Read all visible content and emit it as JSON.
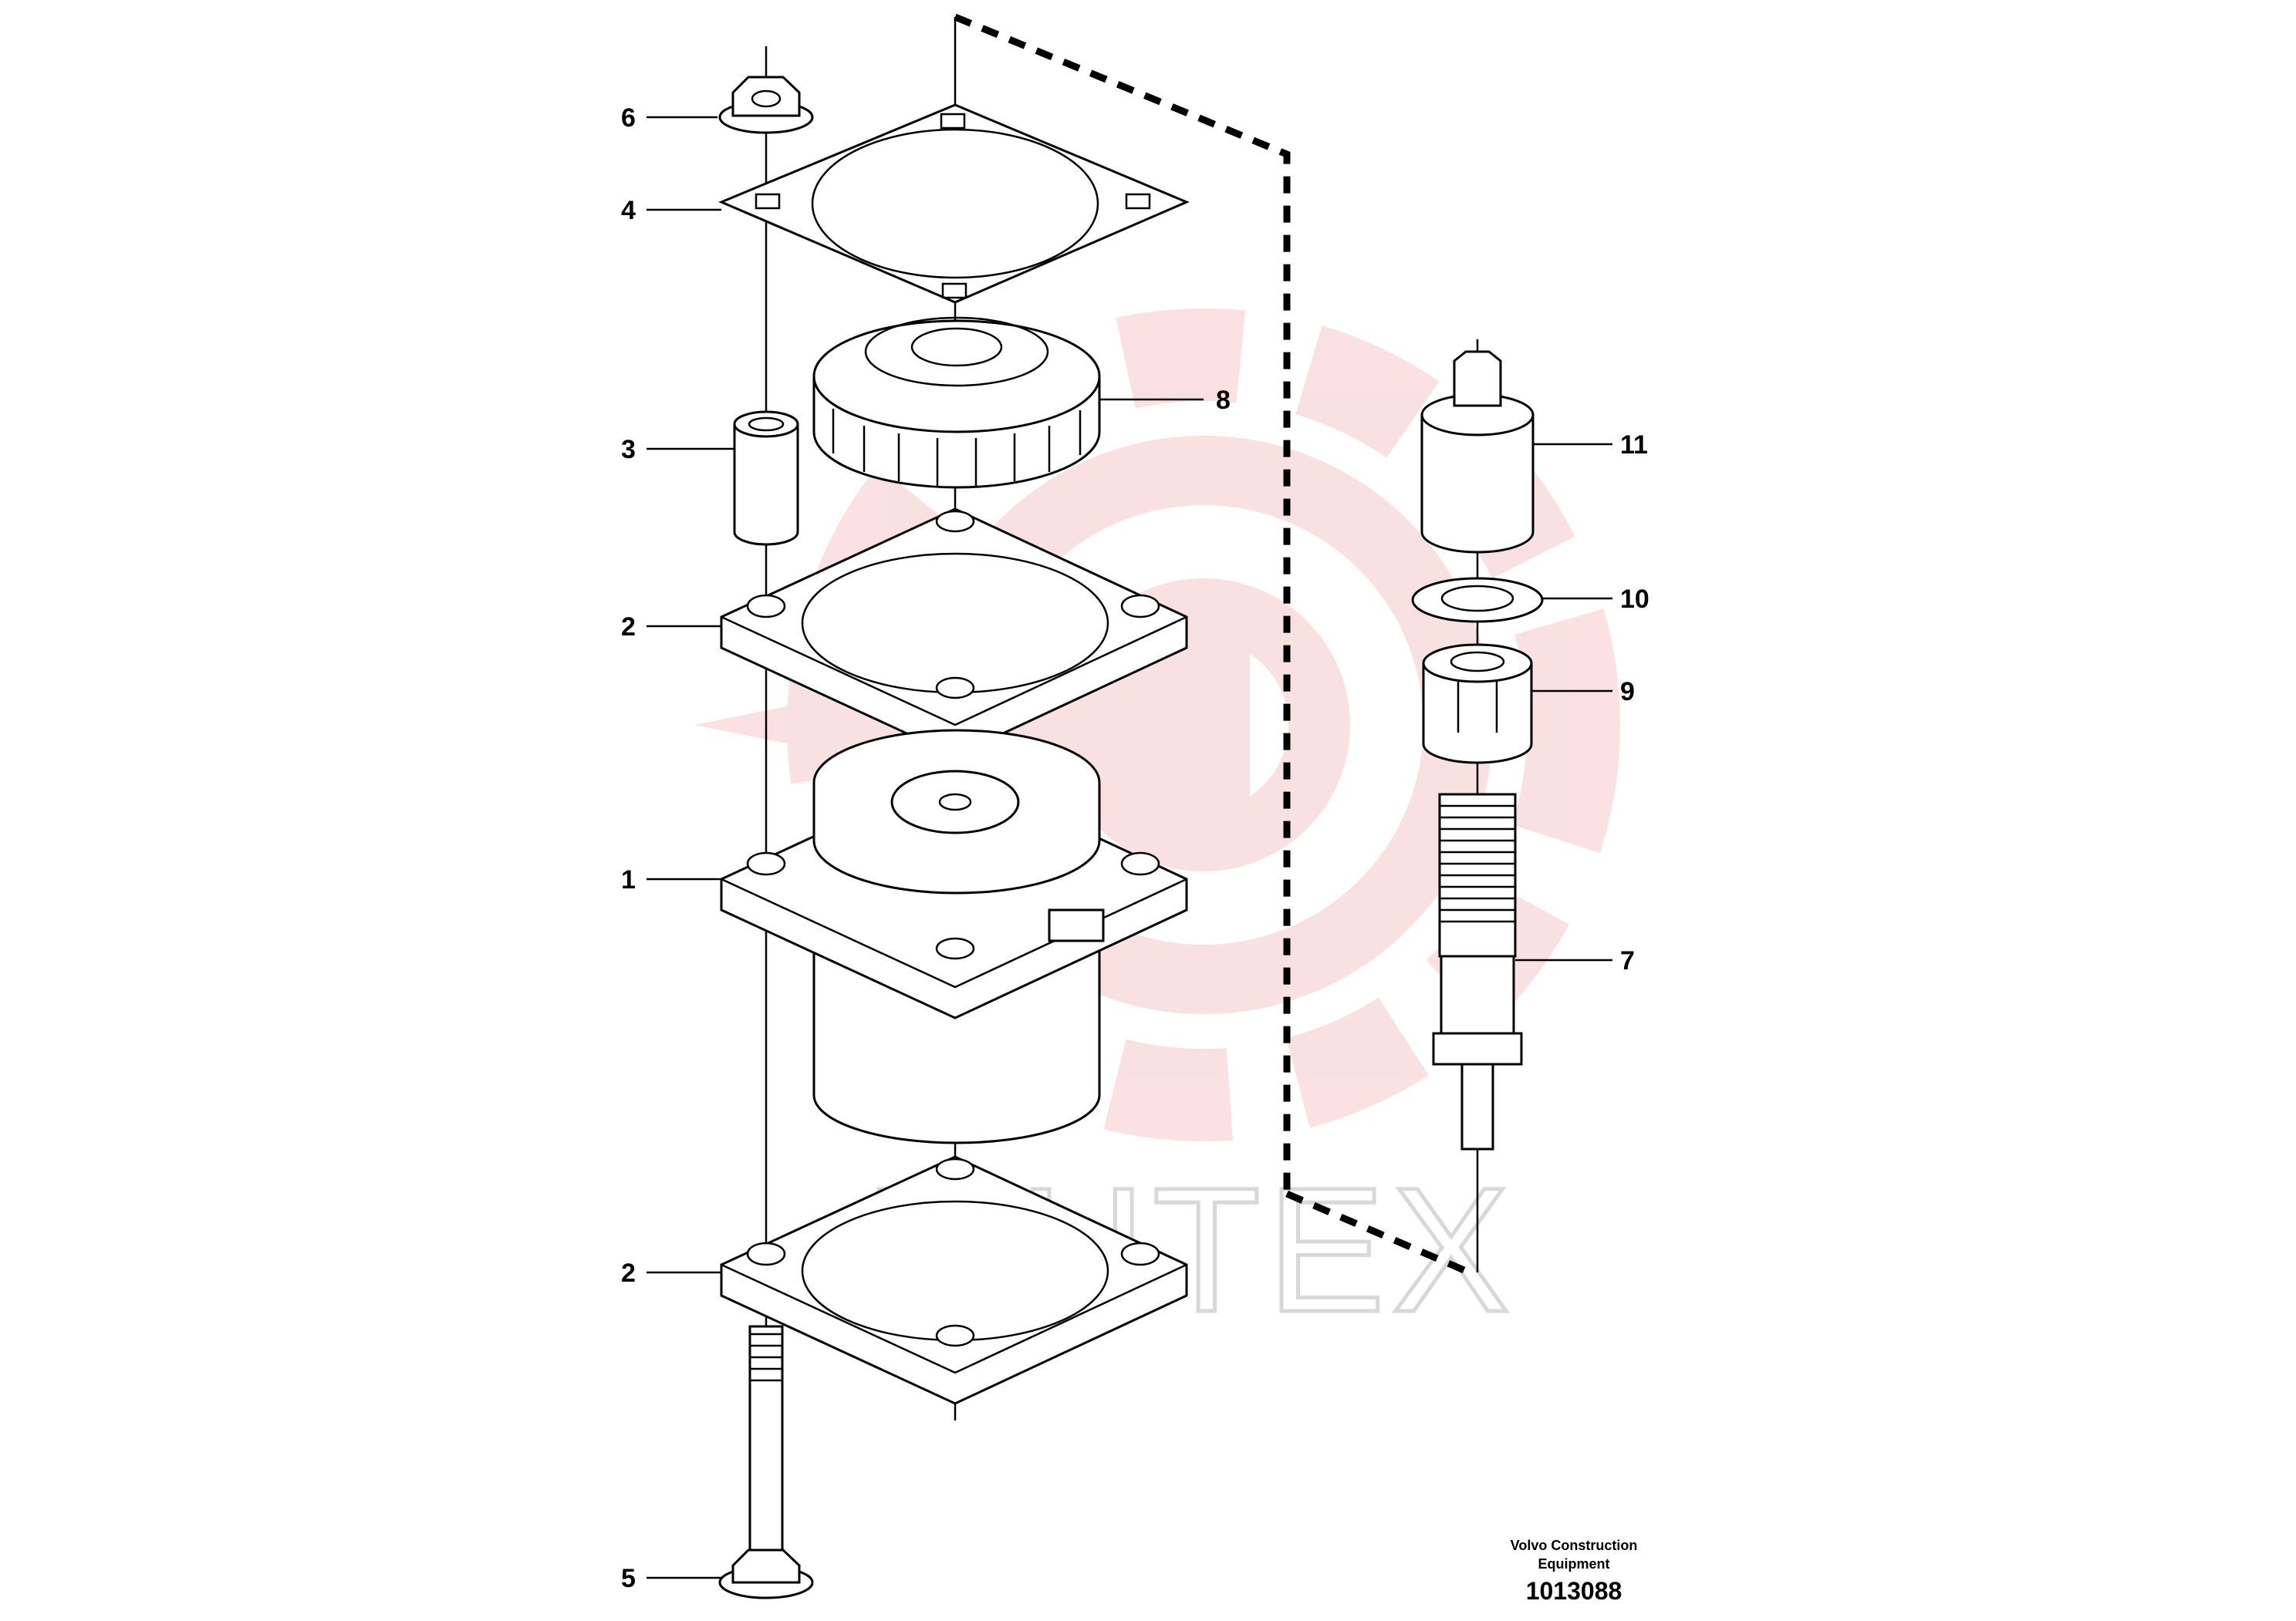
{
  "callouts": [
    {
      "id": "6",
      "text": "6"
    },
    {
      "id": "4",
      "text": "4"
    },
    {
      "id": "3",
      "text": "3"
    },
    {
      "id": "2a",
      "text": "2"
    },
    {
      "id": "1",
      "text": "1"
    },
    {
      "id": "2b",
      "text": "2"
    },
    {
      "id": "5",
      "text": "5"
    },
    {
      "id": "8",
      "text": "8"
    },
    {
      "id": "11",
      "text": "11"
    },
    {
      "id": "10",
      "text": "10"
    },
    {
      "id": "9",
      "text": "9"
    },
    {
      "id": "7",
      "text": "7"
    }
  ],
  "footer": {
    "publisher_line1": "Volvo Construction",
    "publisher_line2": "Equipment",
    "drawing_number": "1013088"
  },
  "watermark": {
    "text": "MHTEX",
    "color": "#f7c9c9"
  }
}
